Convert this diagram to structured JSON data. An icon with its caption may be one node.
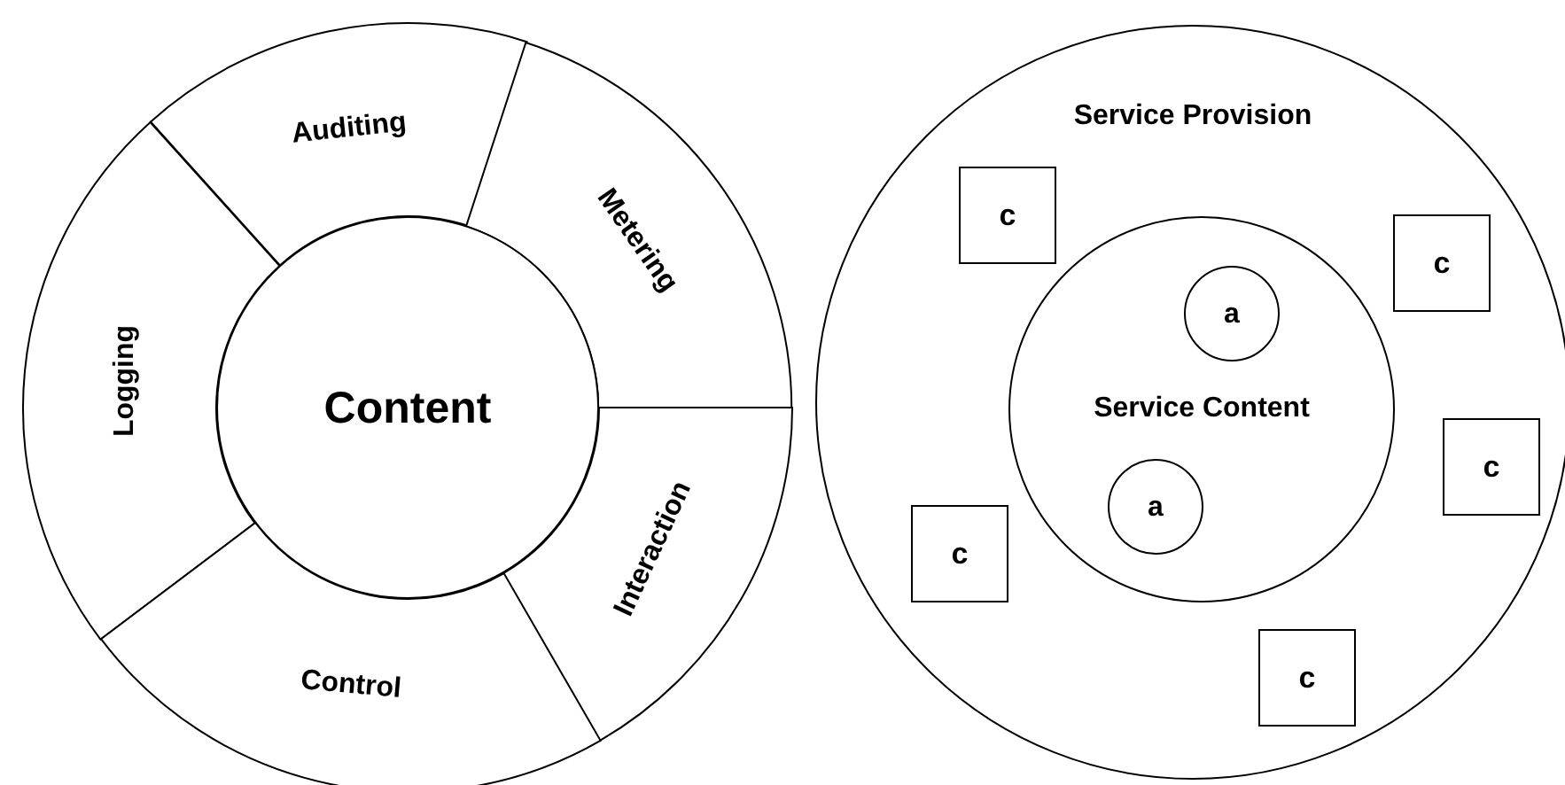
{
  "diagram": {
    "nodes": [
      {
        "text": [
          "Auditing"
        ]
      },
      {
        "text": [
          "Metering"
        ]
      },
      {
        "text": [
          "Logging"
        ]
      },
      {
        "text": [
          "Content"
        ]
      },
      {
        "text": [
          "Interaction"
        ]
      },
      {
        "text": [
          "Control"
        ]
      },
      {
        "text": [
          "Service Provision"
        ]
      },
      {
        "text": [
          "Service Content"
        ],
        "in": 6
      },
      {
        "text": [
          "a"
        ],
        "in": 7
      },
      {
        "text": [
          "a"
        ],
        "in": 7
      },
      {
        "text": [
          "c"
        ],
        "in": 6
      },
      {
        "text": [
          "c"
        ],
        "in": 6
      },
      {
        "text": [
          "c"
        ],
        "in": 6
      },
      {
        "text": [
          "c"
        ],
        "in": 6
      },
      {
        "text": [
          "c"
        ],
        "in": 6
      }
    ],
    "edges": []
  }
}
